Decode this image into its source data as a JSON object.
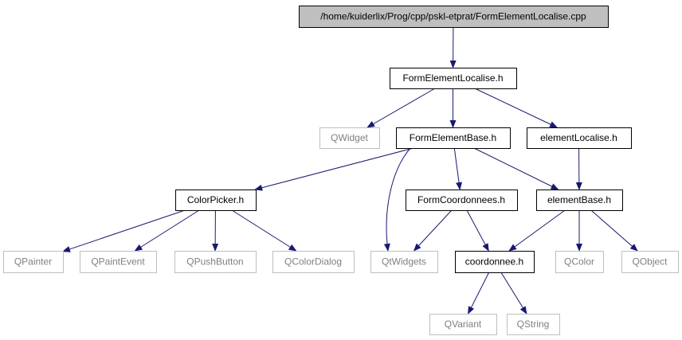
{
  "graph": {
    "colors": {
      "edge": "#191970",
      "node_border": "#000000",
      "external_border": "#bfbfbf",
      "external_text": "#808080",
      "root_fill": "#bfbfbf",
      "text": "#000000"
    },
    "nodes": [
      {
        "id": "root",
        "label": "/home/kuiderlix/Prog/cpp/pskl-etprat/FormElementLocalise.cpp",
        "kind": "root"
      },
      {
        "id": "formelementlocalise_h",
        "label": "FormElementLocalise.h",
        "kind": "internal"
      },
      {
        "id": "qwidget",
        "label": "QWidget",
        "kind": "external"
      },
      {
        "id": "formelementbase_h",
        "label": "FormElementBase.h",
        "kind": "internal"
      },
      {
        "id": "elementlocalise_h",
        "label": "elementLocalise.h",
        "kind": "internal"
      },
      {
        "id": "colorpicker_h",
        "label": "ColorPicker.h",
        "kind": "internal"
      },
      {
        "id": "formcoordonnees_h",
        "label": "FormCoordonnees.h",
        "kind": "internal"
      },
      {
        "id": "elementbase_h",
        "label": "elementBase.h",
        "kind": "internal"
      },
      {
        "id": "qpainter",
        "label": "QPainter",
        "kind": "external"
      },
      {
        "id": "qpaintevent",
        "label": "QPaintEvent",
        "kind": "external"
      },
      {
        "id": "qpushbutton",
        "label": "QPushButton",
        "kind": "external"
      },
      {
        "id": "qcolordialog",
        "label": "QColorDialog",
        "kind": "external"
      },
      {
        "id": "qtwidgets",
        "label": "QtWidgets",
        "kind": "external"
      },
      {
        "id": "coordonnee_h",
        "label": "coordonnee.h",
        "kind": "internal"
      },
      {
        "id": "qcolor",
        "label": "QColor",
        "kind": "external"
      },
      {
        "id": "qobject",
        "label": "QObject",
        "kind": "external"
      },
      {
        "id": "qvariant",
        "label": "QVariant",
        "kind": "external"
      },
      {
        "id": "qstring",
        "label": "QString",
        "kind": "external"
      }
    ],
    "edges": [
      [
        "root",
        "formelementlocalise_h"
      ],
      [
        "formelementlocalise_h",
        "qwidget"
      ],
      [
        "formelementlocalise_h",
        "formelementbase_h"
      ],
      [
        "formelementlocalise_h",
        "elementlocalise_h"
      ],
      [
        "formelementbase_h",
        "colorpicker_h"
      ],
      [
        "formelementbase_h",
        "qtwidgets"
      ],
      [
        "formelementbase_h",
        "formcoordonnees_h"
      ],
      [
        "formelementbase_h",
        "elementbase_h"
      ],
      [
        "elementlocalise_h",
        "elementbase_h"
      ],
      [
        "colorpicker_h",
        "qpainter"
      ],
      [
        "colorpicker_h",
        "qpaintevent"
      ],
      [
        "colorpicker_h",
        "qpushbutton"
      ],
      [
        "colorpicker_h",
        "qcolordialog"
      ],
      [
        "formcoordonnees_h",
        "qtwidgets"
      ],
      [
        "formcoordonnees_h",
        "coordonnee_h"
      ],
      [
        "elementbase_h",
        "coordonnee_h"
      ],
      [
        "elementbase_h",
        "qcolor"
      ],
      [
        "elementbase_h",
        "qobject"
      ],
      [
        "coordonnee_h",
        "qvariant"
      ],
      [
        "coordonnee_h",
        "qstring"
      ]
    ]
  }
}
